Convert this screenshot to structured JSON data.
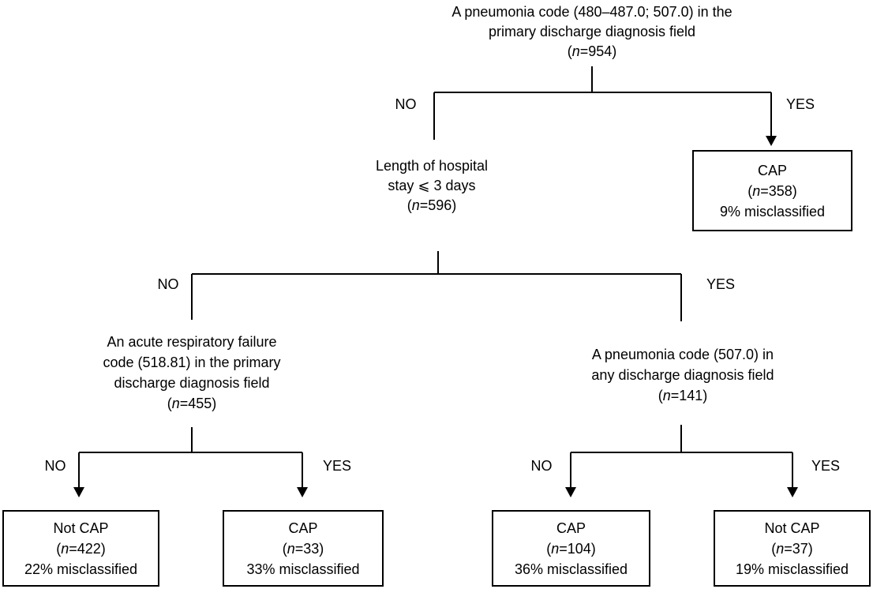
{
  "labels": {
    "no": "NO",
    "yes": "YES"
  },
  "nodes": {
    "root": {
      "lines": [
        "A pneumonia code (480–487.0; 507.0) in the",
        "primary discharge diagnosis field"
      ],
      "sample": {
        "open": "(",
        "var": "n",
        "rest": "=954)"
      }
    },
    "length_of_stay": {
      "lines": [
        "Length of hospital",
        "stay ⩽ 3 days"
      ],
      "sample": {
        "open": "(",
        "var": "n",
        "rest": "=596)"
      }
    },
    "resp_failure": {
      "lines": [
        "An acute respiratory failure",
        "code (518.81) in the primary",
        "discharge diagnosis field"
      ],
      "sample": {
        "open": "(",
        "var": "n",
        "rest": "=455)"
      }
    },
    "pneumonia_any": {
      "lines": [
        "A pneumonia code (507.0) in",
        "any discharge diagnosis field"
      ],
      "sample": {
        "open": "(",
        "var": "n",
        "rest": "=141)"
      }
    }
  },
  "boxes": {
    "cap_top": {
      "title": "CAP",
      "sample": {
        "open": "(",
        "var": "n",
        "rest": "=358)"
      },
      "note": "9% misclassified"
    },
    "not_cap_far_left": {
      "title": "Not CAP",
      "sample": {
        "open": "(",
        "var": "n",
        "rest": "=422)"
      },
      "note": "22% misclassified"
    },
    "cap_left": {
      "title": "CAP",
      "sample": {
        "open": "(",
        "var": "n",
        "rest": "=33)"
      },
      "note": "33% misclassified"
    },
    "cap_right": {
      "title": "CAP",
      "sample": {
        "open": "(",
        "var": "n",
        "rest": "=104)"
      },
      "note": "36% misclassified"
    },
    "not_cap_far_right": {
      "title": "Not CAP",
      "sample": {
        "open": "(",
        "var": "n",
        "rest": "=37)"
      },
      "note": "19% misclassified"
    }
  },
  "colors": {
    "line": "#000000",
    "text": "#000000",
    "background": "#ffffff"
  }
}
